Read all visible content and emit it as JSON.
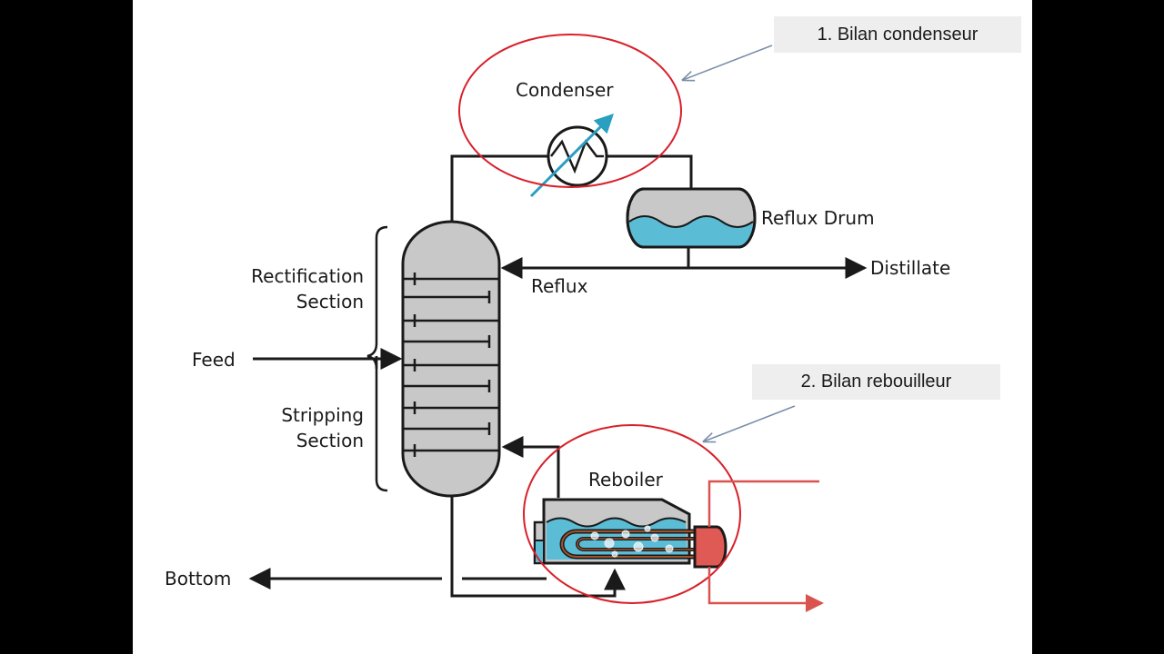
{
  "callouts": {
    "condenser_balance": "1. Bilan  condenseur",
    "reboiler_balance": "2. Bilan rebouilleur"
  },
  "labels": {
    "condenser": "Condenser",
    "reflux_drum": "Reflux Drum",
    "distillate": "Distillate",
    "reflux": "Reflux",
    "rectification_line1": "Rectification",
    "rectification_line2": "Section",
    "feed": "Feed",
    "stripping_line1": "Stripping",
    "stripping_line2": "Section",
    "reboiler": "Reboiler",
    "bottom": "Bottom"
  },
  "colors": {
    "line": "#1a1a1a",
    "vessel_fill": "#c8c8c8",
    "liquid": "#5bbcd6",
    "highlight_circle": "#d9202a",
    "heating_line": "#d9534f",
    "heating_core": "#e05a55",
    "callout_arrow": "#7a8ea8",
    "condenser_arrow": "#2a9fc0",
    "callout_bg": "#eeeeee"
  },
  "icons": {
    "condenser": "heat-exchanger-icon",
    "reboiler": "kettle-reboiler-icon"
  }
}
